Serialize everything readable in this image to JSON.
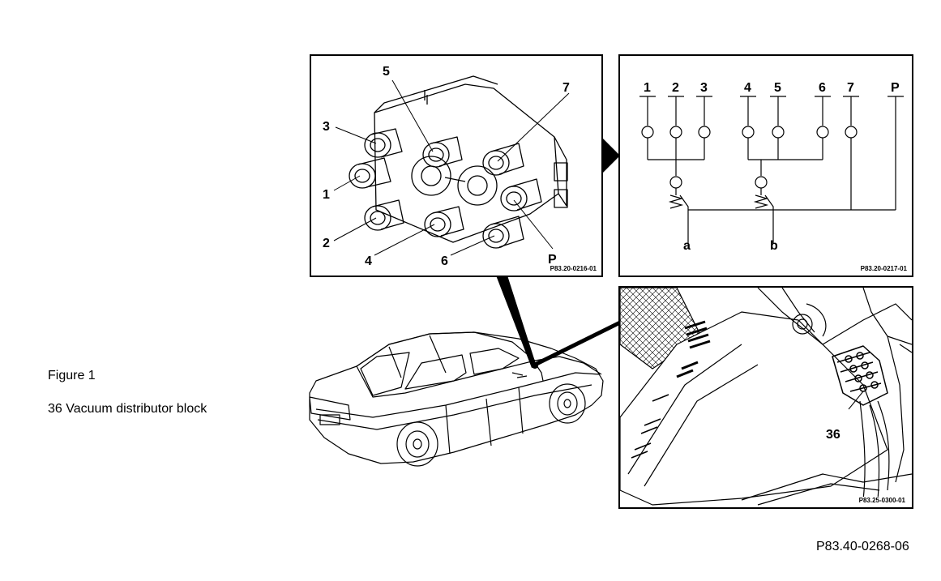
{
  "caption": {
    "figure": "Figure 1",
    "legend": "36 Vacuum distributor block"
  },
  "doc_ref": "P83.40-0268-06",
  "panel_block": {
    "ref": "P83.20-0216-01",
    "labels": [
      "5",
      "7",
      "3",
      "1",
      "2",
      "4",
      "6",
      "P"
    ]
  },
  "panel_schematic": {
    "ref": "P83.20-0217-01",
    "ports": [
      "1",
      "2",
      "3",
      "4",
      "5",
      "6",
      "7",
      "P"
    ],
    "valves": [
      "a",
      "b"
    ]
  },
  "panel_engine": {
    "ref": "P83.25-0300-01",
    "label": "36"
  }
}
